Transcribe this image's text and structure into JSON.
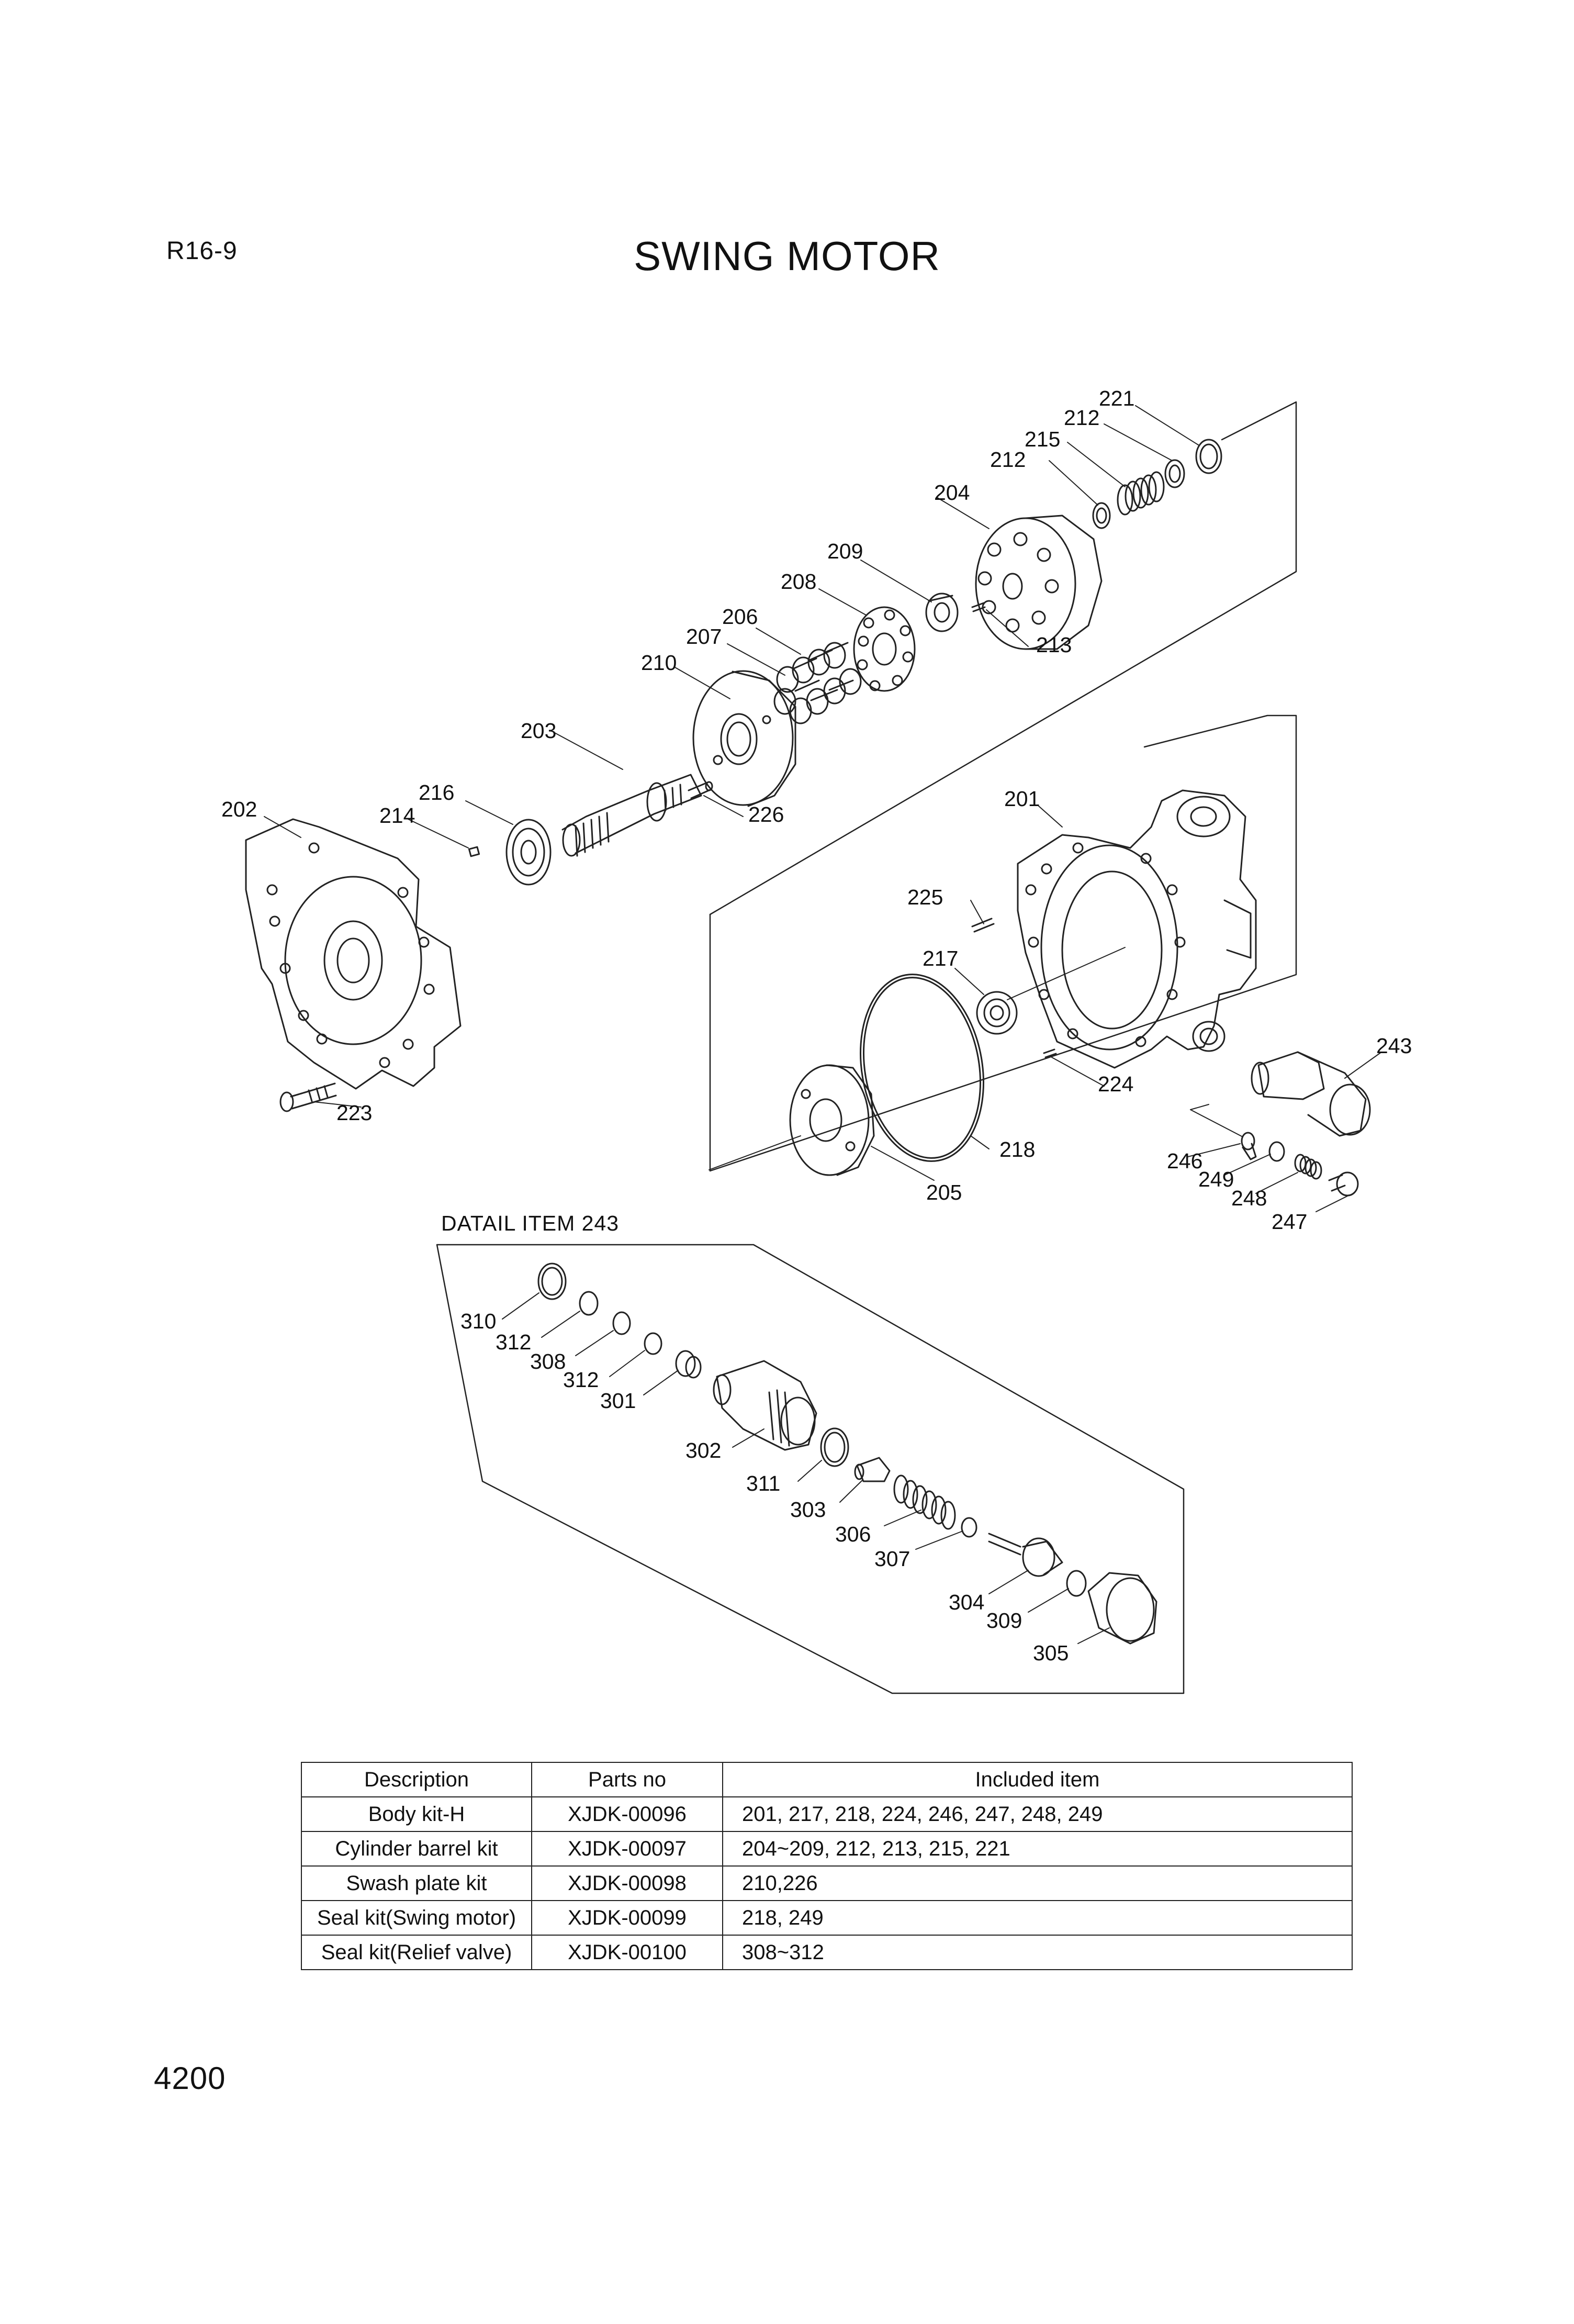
{
  "header": {
    "section_code": "R16-9",
    "title": "SWING MOTOR"
  },
  "detail": {
    "title": "DATAIL ITEM 243"
  },
  "callouts": [
    "201",
    "202",
    "203",
    "204",
    "205",
    "206",
    "207",
    "208",
    "209",
    "210",
    "212",
    "212",
    "213",
    "214",
    "215",
    "216",
    "217",
    "218",
    "221",
    "223",
    "224",
    "225",
    "226",
    "243",
    "246",
    "247",
    "248",
    "249",
    "301",
    "302",
    "303",
    "304",
    "305",
    "306",
    "307",
    "308",
    "309",
    "310",
    "311",
    "312",
    "312"
  ],
  "table": {
    "headers": [
      "Description",
      "Parts no",
      "Included item"
    ],
    "rows": [
      [
        "Body kit-H",
        "XJDK-00096",
        "201, 217, 218, 224, 246, 247, 248, 249"
      ],
      [
        "Cylinder barrel kit",
        "XJDK-00097",
        "204~209, 212, 213, 215, 221"
      ],
      [
        "Swash plate kit",
        "XJDK-00098",
        "210,226"
      ],
      [
        "Seal kit(Swing motor)",
        "XJDK-00099",
        "218, 249"
      ],
      [
        "Seal kit(Relief valve)",
        "XJDK-00100",
        "308~312"
      ]
    ]
  },
  "footer": {
    "page_number": "4200"
  }
}
